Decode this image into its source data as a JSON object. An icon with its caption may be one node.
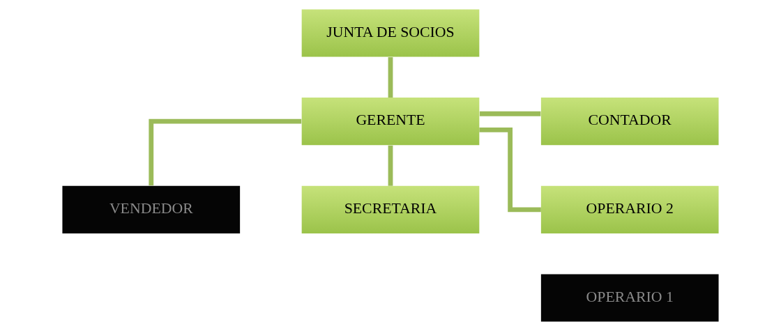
{
  "diagram": {
    "nodes": [
      {
        "text": [
          "JUNTA DE SOCIOS"
        ]
      },
      {
        "text": [
          "CONTADOR"
        ]
      },
      {
        "text": [
          "GERENTE"
        ]
      },
      {
        "text": [
          "VENDEDOR"
        ]
      },
      {
        "text": [
          "SECRETARIA"
        ]
      },
      {
        "text": [
          "OPERARIO 2"
        ]
      },
      {
        "text": [
          "OPERARIO 1"
        ]
      }
    ],
    "edges": [
      {
        "from": 0,
        "to": 2,
        "arrow": "none"
      },
      {
        "from": 1,
        "to": 2,
        "arrow": "none"
      },
      {
        "from": 2,
        "to": 3,
        "arrow": "none"
      },
      {
        "from": 2,
        "to": 4,
        "arrow": "none"
      },
      {
        "from": 2,
        "to": 5,
        "arrow": "none"
      }
    ]
  }
}
